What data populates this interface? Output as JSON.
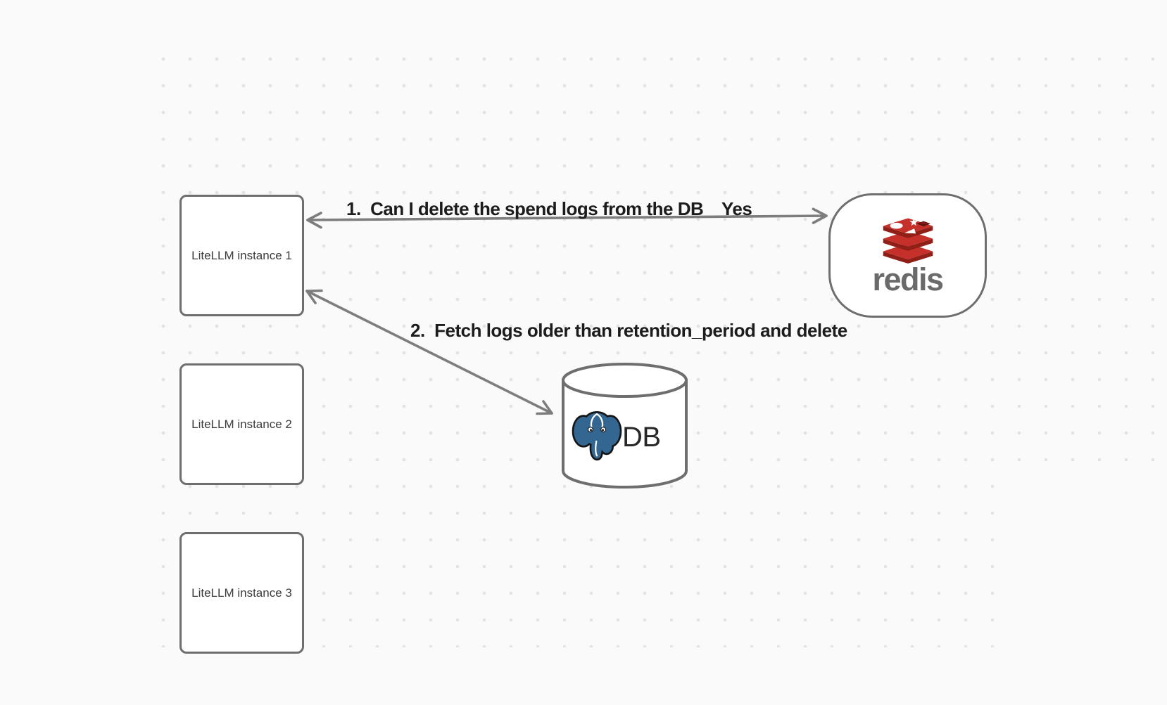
{
  "canvas": {
    "background_color": "#fafafa",
    "dot_color": "#e3e3e3"
  },
  "nodes": {
    "instances": [
      {
        "label": "LiteLLM instance 1"
      },
      {
        "label": "LiteLLM instance 2"
      },
      {
        "label": "LiteLLM instance 3"
      }
    ],
    "redis": {
      "label": "redis",
      "icon": "redis-logo",
      "brand_red": "#c6302b",
      "brand_dark_red": "#8f1f17",
      "wordmark_color": "#6a6a6a"
    },
    "database": {
      "label": "DB",
      "icon": "postgresql-elephant",
      "brand_blue": "#336791"
    }
  },
  "edges": [
    {
      "label": "1.  Can I delete the spend logs from the DB",
      "answer": "Yes",
      "from": "LiteLLM instance 1",
      "to": "redis",
      "direction": "bidirectional"
    },
    {
      "label": "2.  Fetch logs older than retention_period and delete",
      "from": "LiteLLM instance 1",
      "to": "DB",
      "direction": "bidirectional"
    }
  ],
  "colors": {
    "node_border": "#6e6e6e",
    "arrow": "#7d7d7d",
    "edge_label_text": "#1c1c1c",
    "instance_text": "#3c3c3c"
  }
}
